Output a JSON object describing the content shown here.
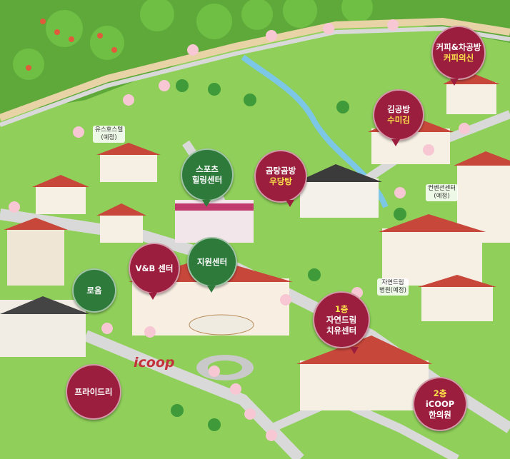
{
  "map": {
    "bubbles": {
      "coffee": {
        "title": "커피&차공방",
        "sub": "커피의신"
      },
      "gimgong": {
        "title": "김공방",
        "sub": "수미김"
      },
      "gomtang": {
        "title": "곰탕곰방",
        "sub": "우당탕"
      },
      "sports": {
        "line1": "스포츠",
        "line2": "힐링센터"
      },
      "vb": {
        "label": "V&B 센터"
      },
      "support": {
        "label": "지원센터"
      },
      "roeum": {
        "label": "로옴"
      },
      "dream1": {
        "line1": "1층",
        "line2": "자연드림",
        "line3": "치유센터"
      },
      "icoop2": {
        "line1": "2층",
        "line2": "iCOOP",
        "line3": "한의원"
      },
      "priory": {
        "label": "프라이드리"
      }
    },
    "labels": {
      "youth_hostel": {
        "line1": "유스호스텔",
        "line2": "(예정)"
      },
      "convention": {
        "line1": "컨벤션센터",
        "line2": "(예정)"
      },
      "hospital": {
        "line1": "자연드림",
        "line2": "병원(예정)"
      }
    },
    "logo_text": "icoop",
    "colors": {
      "grass": "#8fcf5a",
      "road": "#d9d9d9",
      "bubble_red": "#9b1e3e",
      "bubble_green": "#2d7a3b",
      "roof": "#c8473b"
    }
  }
}
